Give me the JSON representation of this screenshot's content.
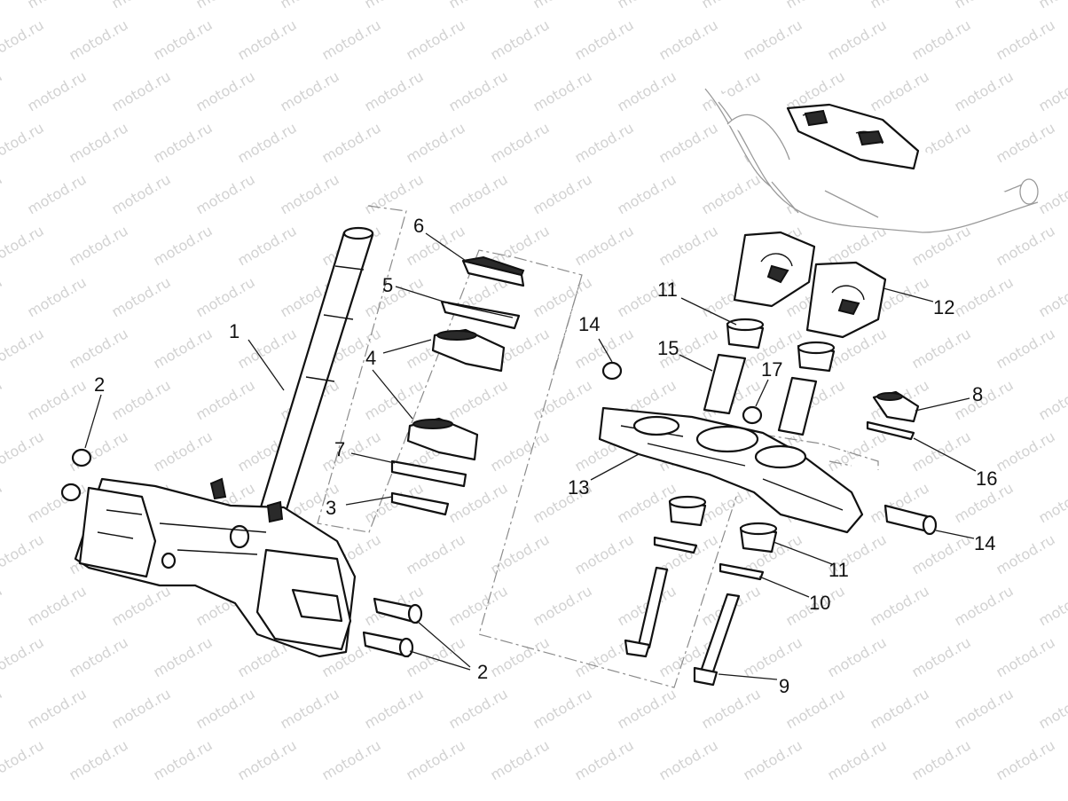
{
  "watermark": {
    "text": "motod.ru"
  },
  "callouts": [
    {
      "id": "c1",
      "label": "1"
    },
    {
      "id": "c2a",
      "label": "2"
    },
    {
      "id": "c2b",
      "label": "2"
    },
    {
      "id": "c3",
      "label": "3"
    },
    {
      "id": "c4",
      "label": "4"
    },
    {
      "id": "c5",
      "label": "5"
    },
    {
      "id": "c6",
      "label": "6"
    },
    {
      "id": "c7",
      "label": "7"
    },
    {
      "id": "c8",
      "label": "8"
    },
    {
      "id": "c9",
      "label": "9"
    },
    {
      "id": "c10",
      "label": "10"
    },
    {
      "id": "c11a",
      "label": "11"
    },
    {
      "id": "c11b",
      "label": "11"
    },
    {
      "id": "c12",
      "label": "12"
    },
    {
      "id": "c13",
      "label": "13"
    },
    {
      "id": "c14a",
      "label": "14"
    },
    {
      "id": "c14b",
      "label": "14"
    },
    {
      "id": "c15",
      "label": "15"
    },
    {
      "id": "c16",
      "label": "16"
    },
    {
      "id": "c17",
      "label": "17"
    }
  ]
}
